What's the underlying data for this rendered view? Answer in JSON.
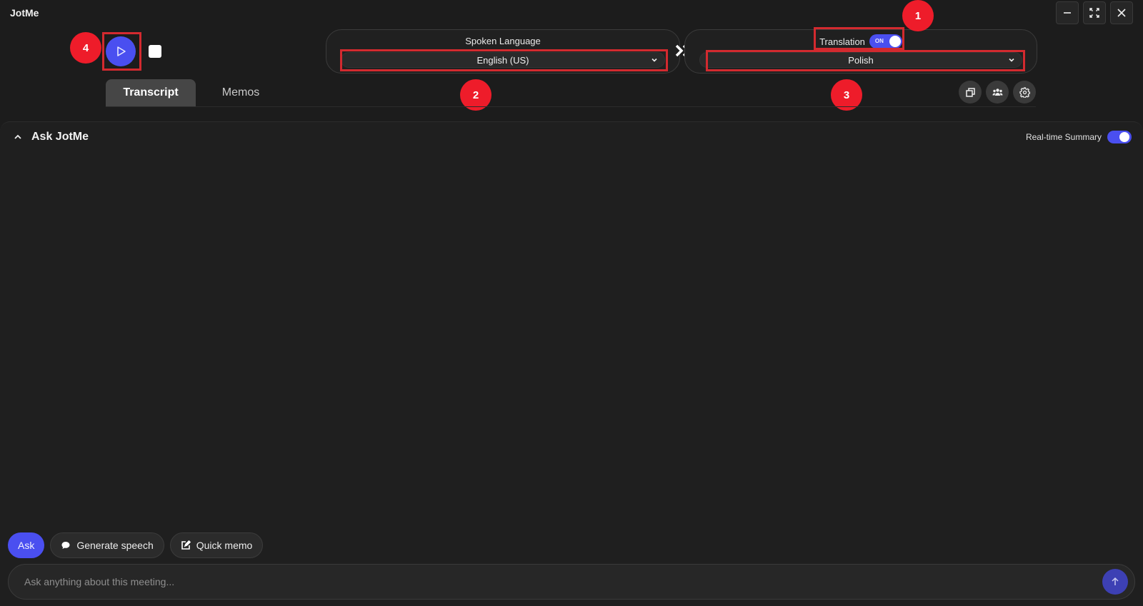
{
  "app": {
    "title": "JotMe"
  },
  "window_controls": {
    "minimize": "minimize",
    "fullscreen": "fullscreen",
    "close": "close"
  },
  "recording": {
    "play_label": "Start recording",
    "stop_label": "Stop recording"
  },
  "spoken_language": {
    "label": "Spoken Language",
    "selected": "English (US)"
  },
  "translation": {
    "label": "Translation",
    "toggle_state": "ON",
    "selected": "Polish"
  },
  "tabs": [
    {
      "label": "Transcript",
      "active": true
    },
    {
      "label": "Memos",
      "active": false
    }
  ],
  "toolbar_icons": [
    "copy-icon",
    "participants-icon",
    "settings-icon"
  ],
  "annotations": [
    {
      "number": "1",
      "target": "translation-toggle"
    },
    {
      "number": "2",
      "target": "spoken-language-select"
    },
    {
      "number": "3",
      "target": "translation-language-select"
    },
    {
      "number": "4",
      "target": "play-button"
    }
  ],
  "ask_panel": {
    "title": "Ask JotMe",
    "realtime_summary_label": "Real-time Summary",
    "realtime_summary_on": true
  },
  "chips": {
    "ask": "Ask",
    "generate_speech": "Generate speech",
    "quick_memo": "Quick memo"
  },
  "input": {
    "placeholder": "Ask anything about this meeting...",
    "value": ""
  },
  "colors": {
    "accent": "#4a4ff0",
    "annotation": "#ee1c2a",
    "highlight_box": "#d32a2f",
    "background": "#1c1c1c"
  }
}
